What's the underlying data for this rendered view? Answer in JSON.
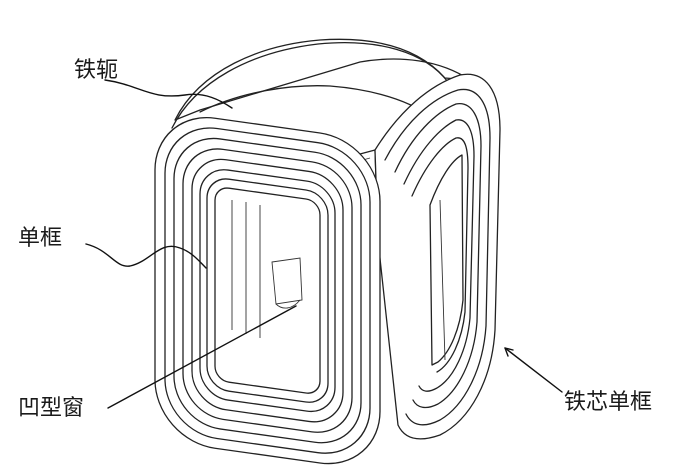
{
  "labels": {
    "yoke": "铁轭",
    "single_frame": "单框",
    "concave_window": "凹型窗",
    "core_single_frame": "铁芯单框"
  }
}
